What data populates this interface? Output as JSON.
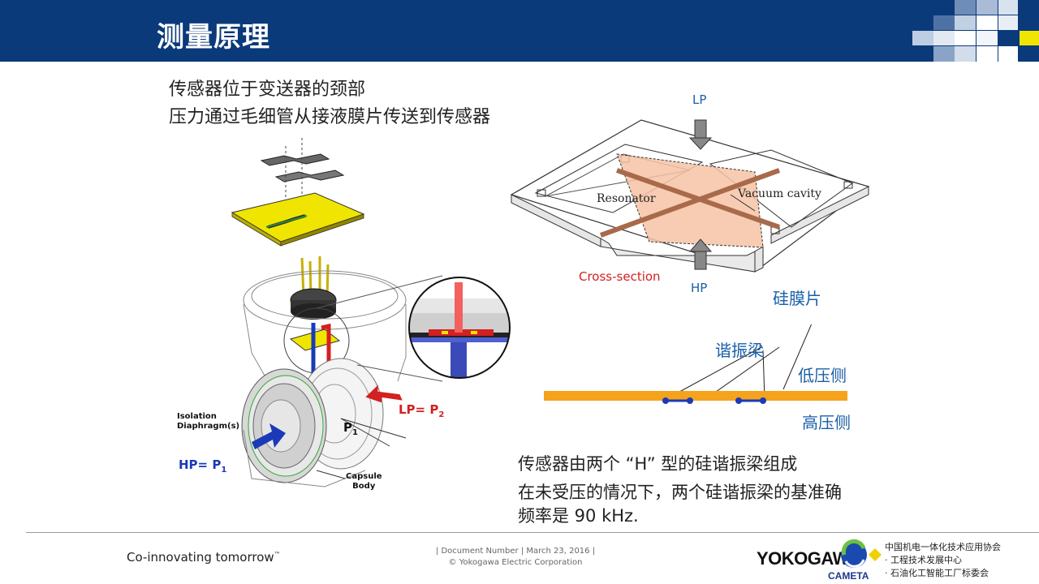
{
  "header": {
    "title": "测量原理"
  },
  "intro": {
    "line1": "传感器位于变送器的颈部",
    "line2": "压力通过毛细管从接液膜片传送到传感器"
  },
  "left_diagram": {
    "isolation_label_1": "Isolation",
    "isolation_label_2": "Diaphragm(s)",
    "capsule_label_1": "Capsule",
    "capsule_label_2": "Body",
    "hp_label": "HP= P",
    "hp_sub": "1",
    "lp_label": "LP= P",
    "lp_sub": "2",
    "p1_label": "P",
    "p1_sub": "1"
  },
  "right_diagram": {
    "lp": "LP",
    "hp": "HP",
    "resonator": "Resonator",
    "vacuum_cavity": "Vacuum cavity",
    "cross_section": "Cross-section",
    "silicon_diaphragm": "硅膜片",
    "resonant_beam": "谐振梁",
    "low_pressure_side": "低压侧",
    "high_pressure_side": "高压侧"
  },
  "description": {
    "line1": "传感器由两个 “H” 型的硅谐振梁组成",
    "line2": "在未受压的情况下，两个硅谐振梁的基准确",
    "line3": "频率是 90 kHz."
  },
  "footer": {
    "slogan": "Co-innovating tomorrow",
    "slogan_tm": "™",
    "doc_line1": "| Document Number | March 23, 2016 |",
    "doc_line2": "© Yokogawa Electric Corporation",
    "brand": "YOKOGAWA",
    "cameta": "CAMETA",
    "assoc_line1": "中国机电一体化技术应用协会",
    "assoc_line2": "· 工程技术发展中心",
    "assoc_line3": "· 石油化工智能工厂标委会"
  },
  "colors": {
    "header_bg": "#0a3a7a",
    "accent_blue": "#1a5fa8",
    "accent_red": "#d42020",
    "beam_orange": "#f5a21c",
    "cross_section_fill": "#f6c3a5",
    "chip_yellow": "#f0e500"
  }
}
